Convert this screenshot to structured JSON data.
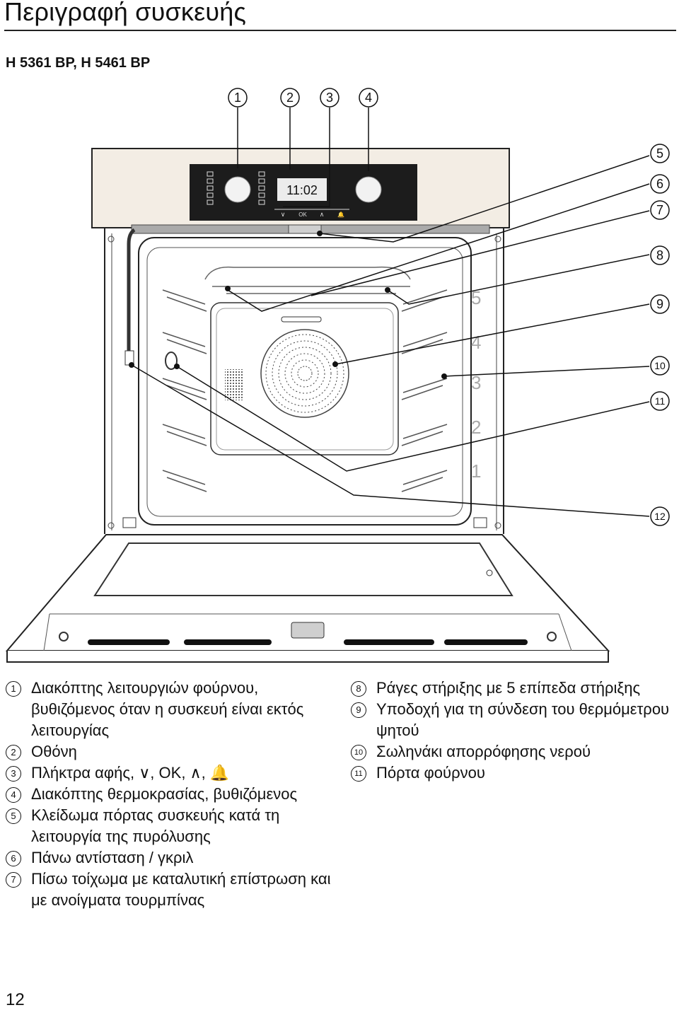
{
  "header": {
    "title": "Περιγραφή συσκευής",
    "model": "H 5361 BP, H 5461 BP"
  },
  "diagram": {
    "display_time": "11:02",
    "button_labels": [
      "∨",
      "OK",
      "∧",
      "🔔"
    ],
    "callouts": [
      "1",
      "2",
      "3",
      "4",
      "5",
      "6",
      "7",
      "8",
      "9",
      "10",
      "11",
      "12"
    ],
    "shelf_levels": [
      "5",
      "4",
      "3",
      "2",
      "1"
    ]
  },
  "legend": {
    "left": [
      {
        "num": "1",
        "text": "Διακόπτης λειτουργιών φούρνου, βυθιζόμενος όταν η συσκευή είναι εκτός λειτουργίας"
      },
      {
        "num": "2",
        "text": "Οθόνη"
      },
      {
        "num": "3",
        "text": "Πλήκτρα αφής, ∨, OK, ∧, 🔔"
      },
      {
        "num": "4",
        "text": "Διακόπτης θερμοκρασίας, βυθιζόμενος"
      },
      {
        "num": "5",
        "text": "Κλείδωμα πόρτας συσκευής κατά τη λειτουργία της πυρόλυσης"
      },
      {
        "num": "6",
        "text": "Πάνω αντίσταση / γκριλ"
      },
      {
        "num": "7",
        "text": "Πίσω τοίχωμα με καταλυτική επίστρωση και με ανοίγματα τουρμπίνας"
      }
    ],
    "right": [
      {
        "num": "8",
        "text": "Ράγες στήριξης με 5 επίπεδα στήριξης"
      },
      {
        "num": "9",
        "text": "Υποδοχή για τη σύνδεση του θερμόμετρου ψητού"
      },
      {
        "num": "10",
        "text": "Σωληνάκι απορρόφησης νερού"
      },
      {
        "num": "11",
        "text": "Πόρτα φούρνου"
      }
    ]
  },
  "footer": {
    "page_number": "12"
  }
}
